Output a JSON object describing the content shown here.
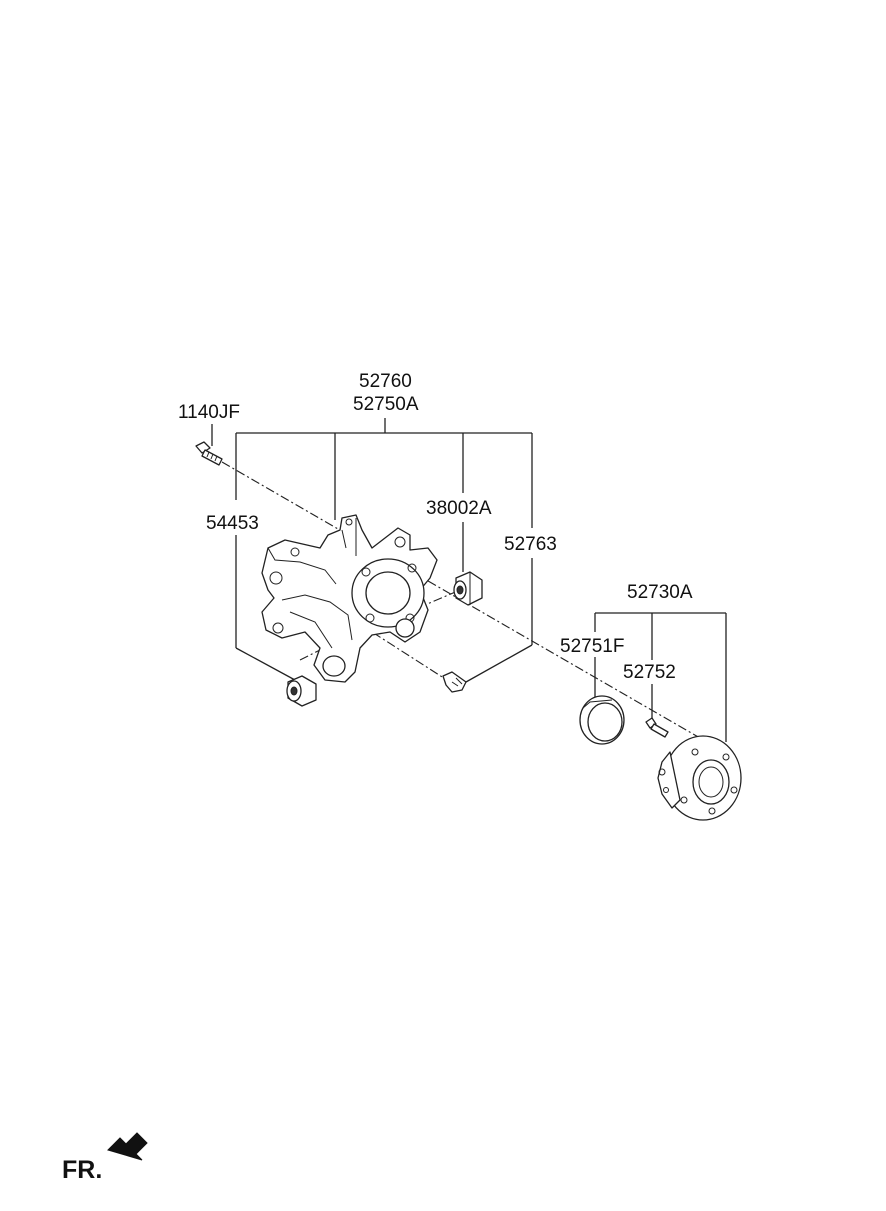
{
  "labels": {
    "assembly_main": "52760",
    "assembly_alt": "52750A",
    "bolt": "1140JF",
    "bush_lower": "54453",
    "bush_upper": "38002A",
    "bolt_small": "52763",
    "hub_assembly": "52730A",
    "sensor_ring": "52751F",
    "hub_bolt": "52752"
  },
  "direction": {
    "label": "FR."
  }
}
